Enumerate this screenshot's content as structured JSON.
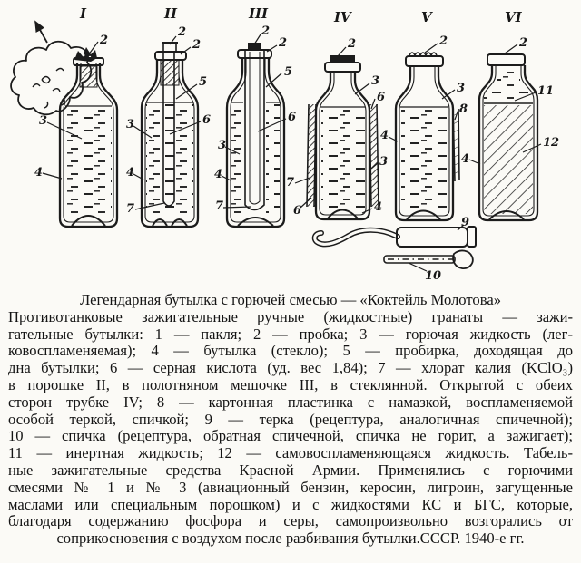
{
  "figure": {
    "labels": [
      "I",
      "II",
      "III",
      "IV",
      "V",
      "VI",
      "2",
      "3",
      "4",
      "2",
      "2",
      "5",
      "6",
      "3",
      "4",
      "7",
      "2",
      "2",
      "5",
      "6",
      "3",
      "4",
      "7",
      "2",
      "3",
      "6",
      "3",
      "4",
      "7",
      "6",
      "2",
      "3",
      "8",
      "4",
      "2",
      "11",
      "12",
      "4",
      "9",
      "10"
    ]
  },
  "caption": {
    "title": "Легендарная бутылка с горючей смесью — «Коктейль Молотова»",
    "lines": [
      "Противотанковые зажигательные ручные (жидкостные) гранаты — зажи-",
      "гательные бутылки: 1 — пакля; 2 — пробка; 3 — горючая жидкость (лег-",
      "ковоспламеняемая); 4 — бутылка (стекло); 5 — пробирка, доходящая до",
      "дна бутылки; 6 — серная кислота (уд. вес 1,84); 7 — хлорат калия (KClO₃)",
      "в порошке II, в полотняном мешочке III, в стеклянной. Открытой с обеих",
      "сторон трубке IV; 8 — картонная пластинка с намазкой, воспламеняемой",
      "особой теркой, спичкой; 9 — терка (рецептура, аналогичная спичечной);",
      "10 — спичка (рецептура, обратная спичечной, спичка не горит, а зажигает);",
      "11 — инертная жидкость; 12 — самовоспламеняющаяся жидкость. Табель-",
      "ные зажигательные средства Красной Армии. Применялись с горючими",
      "смесями № 1 и № 3 (авиационный бензин, керосин, лигроин, загущенные",
      "маслами или специальным порошком) и с жидкостями КС и БГС, которые,",
      "благодаря содержанию фосфора и серы, самопроизвольно возгорались от",
      "соприкосновения с воздухом после разбивания бутылки.СССР. 1940-е гг."
    ]
  }
}
